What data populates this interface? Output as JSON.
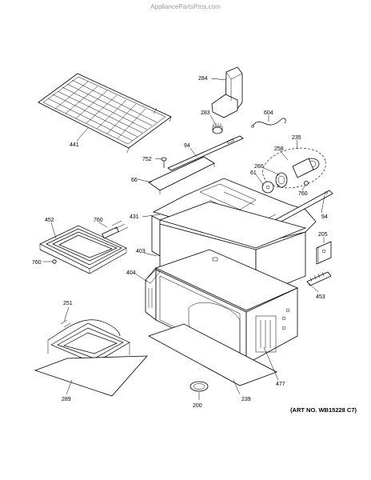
{
  "watermark": "AppliancePartsPros.com",
  "art_number": "(ART NO. WB15228 C7)",
  "callouts": {
    "c284": "284",
    "c283": "283",
    "c604": "604",
    "c441": "441",
    "c752": "752",
    "c94a": "94",
    "c235": "235",
    "c258": "258",
    "c66": "66",
    "c260": "260",
    "c61": "61",
    "c760a": "760",
    "c431": "431",
    "c94b": "94",
    "c452": "452",
    "c760b": "760",
    "c205": "205",
    "c760c": "760",
    "c403": "403",
    "c404": "404",
    "c453": "453",
    "c251": "251",
    "c477": "477",
    "c289": "289",
    "c200": "200",
    "c239": "239"
  }
}
